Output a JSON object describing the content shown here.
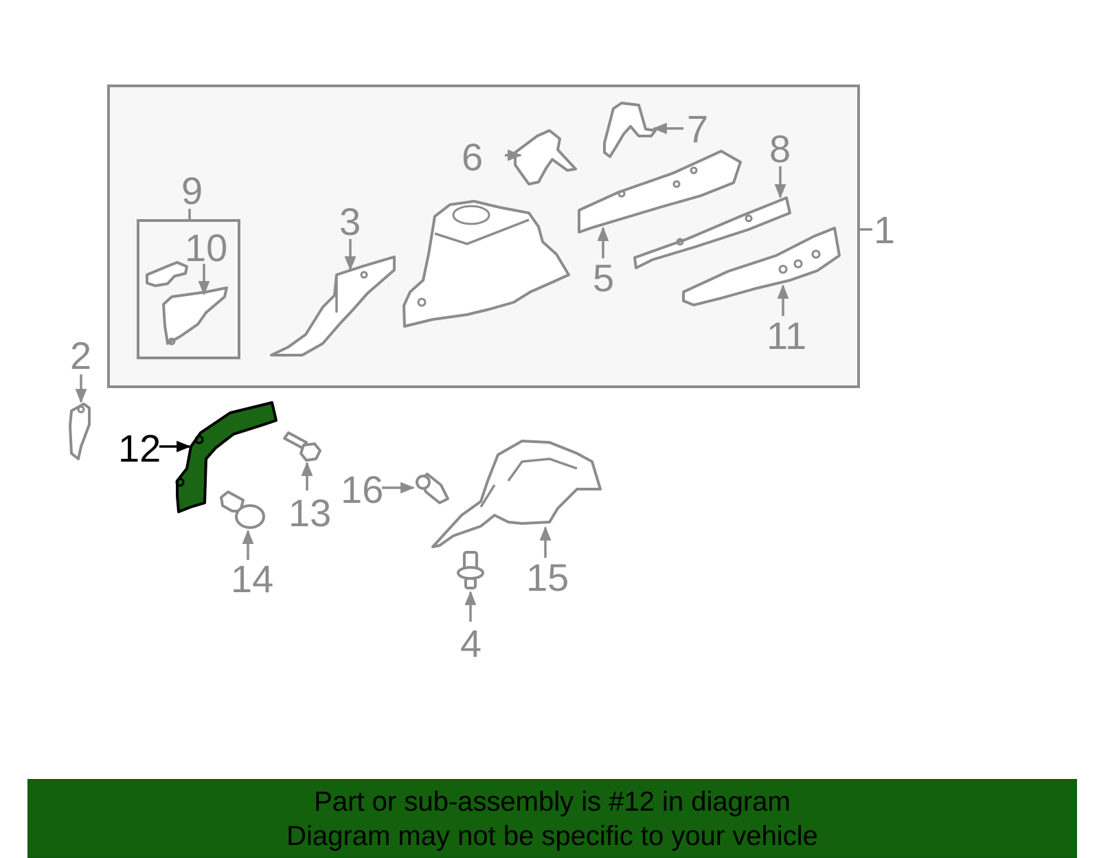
{
  "colors": {
    "highlight": "#1a6614",
    "banner_bg": "#13600d",
    "outline": "#8c8c8c",
    "panel_bg": "#f7f7f7"
  },
  "highlighted_part": "12",
  "callouts": {
    "c1": "1",
    "c2": "2",
    "c3": "3",
    "c4": "4",
    "c5": "5",
    "c6": "6",
    "c7": "7",
    "c8": "8",
    "c9": "9",
    "c10": "10",
    "c11": "11",
    "c12": "12",
    "c13": "13",
    "c14": "14",
    "c15": "15",
    "c16": "16"
  },
  "banner": {
    "line1": "Part or sub-assembly is #12 in diagram",
    "line2": "Diagram may not be specific to your vehicle"
  }
}
